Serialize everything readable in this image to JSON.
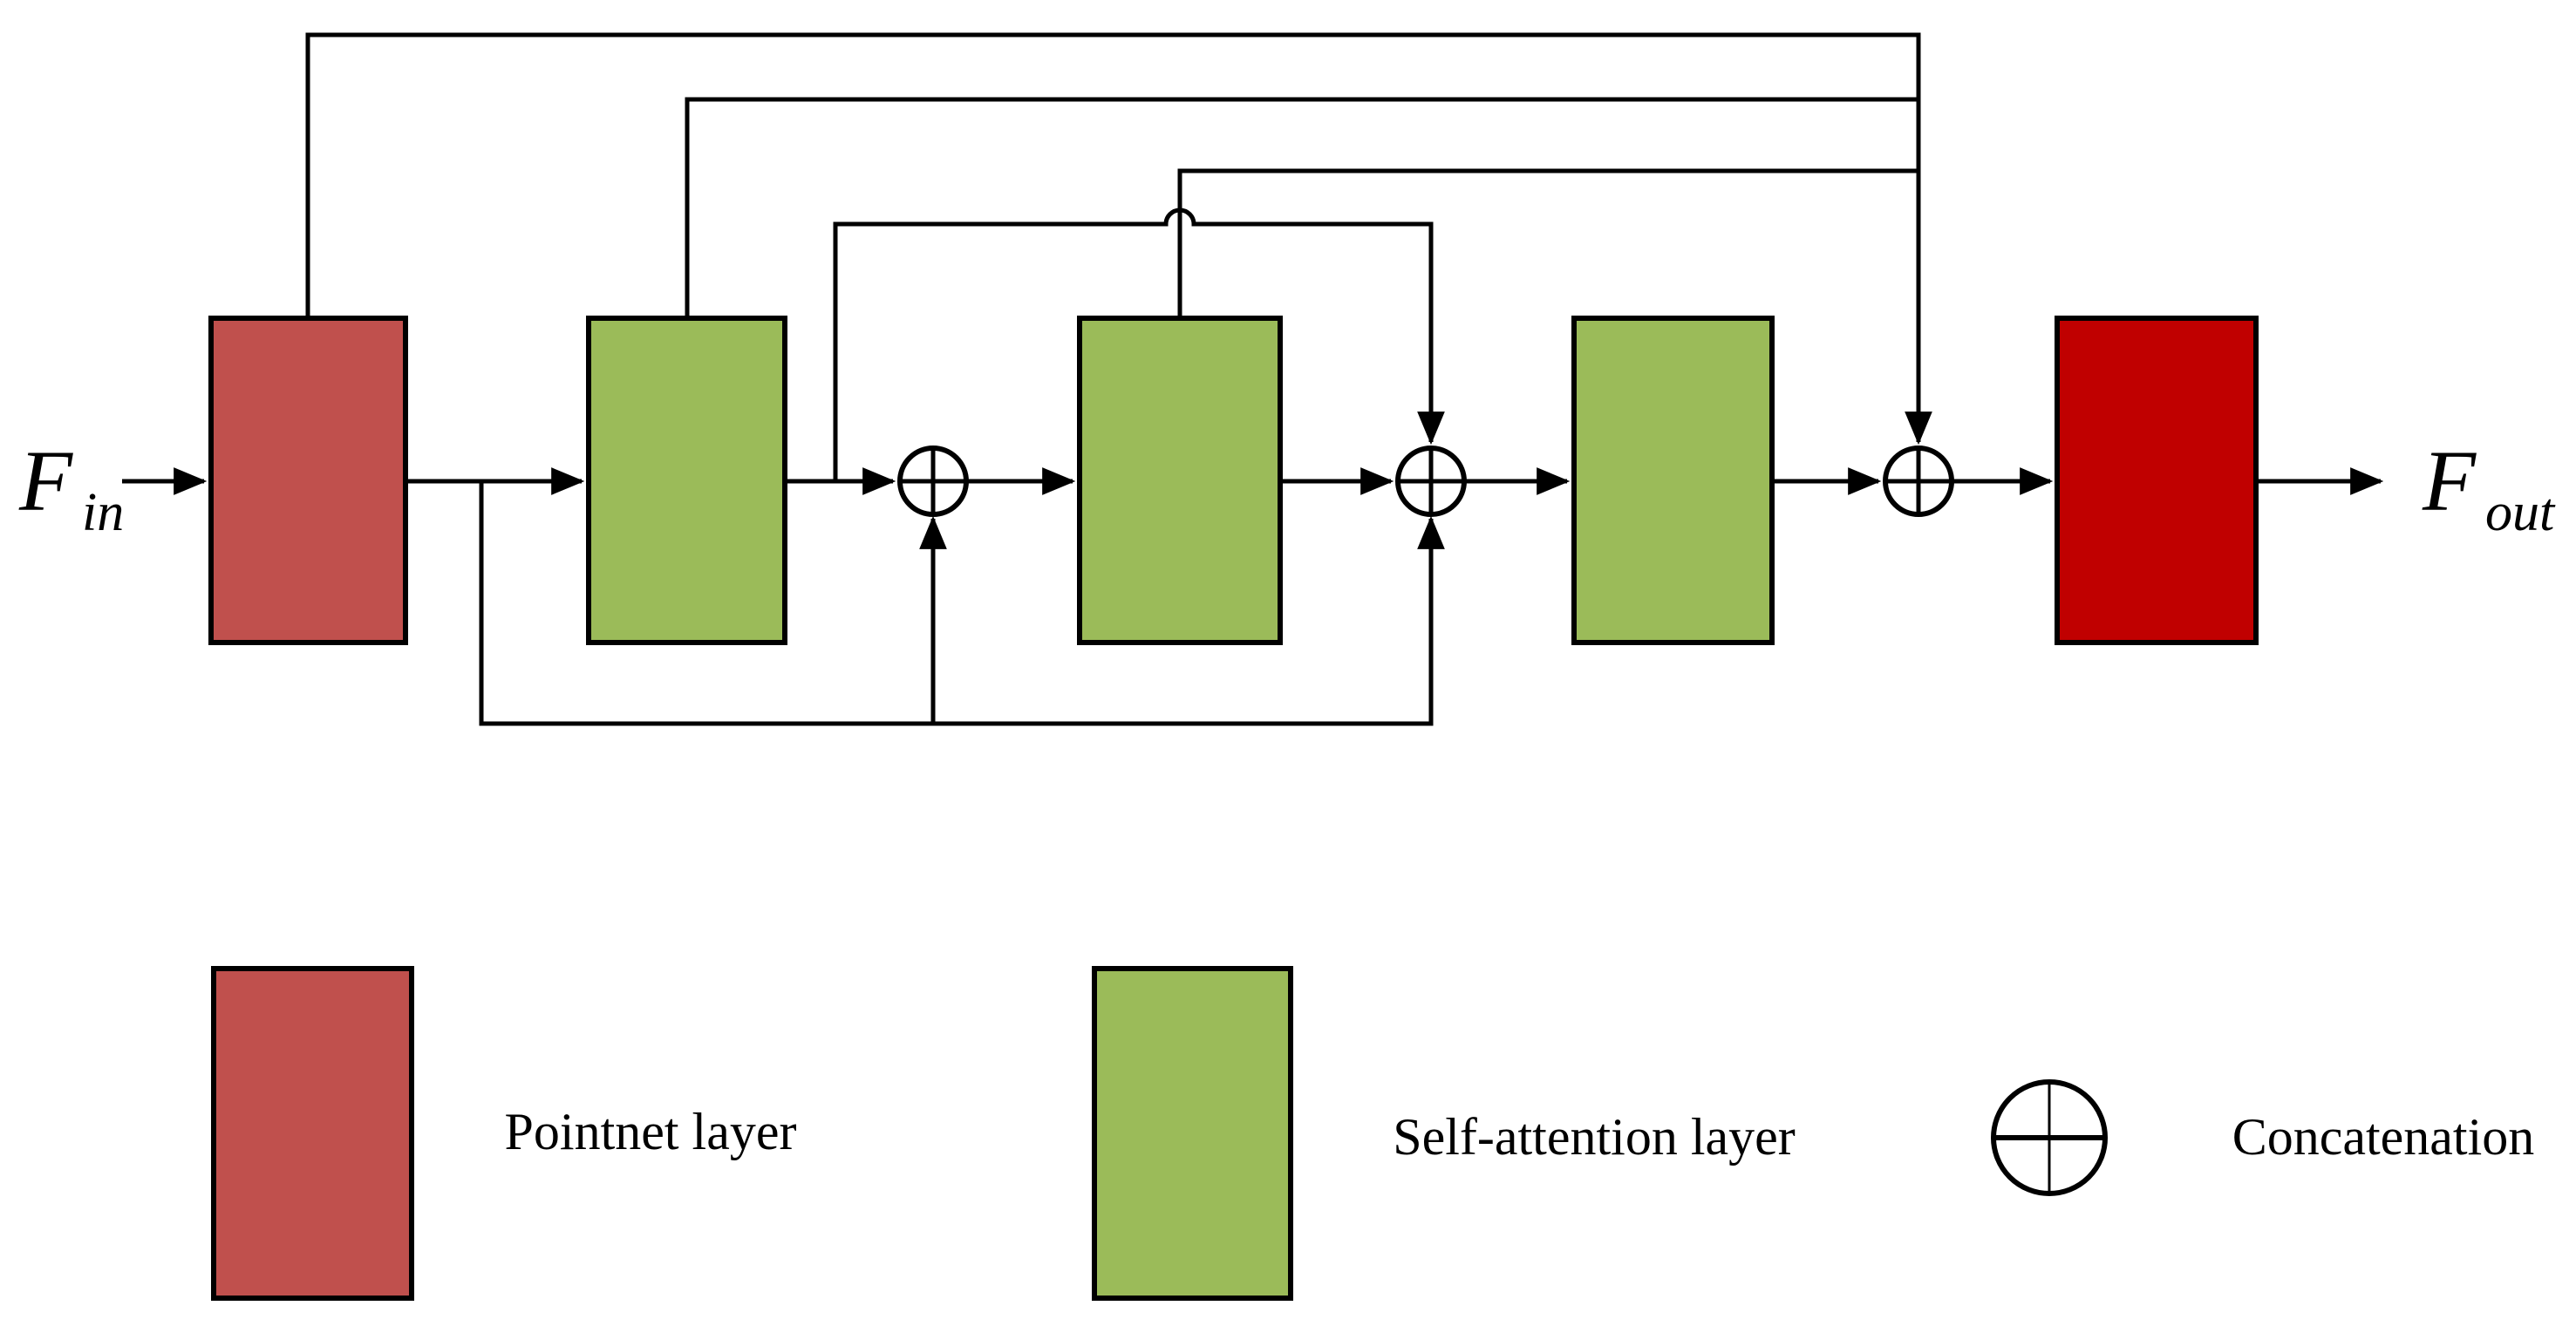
{
  "diagram": {
    "input_label": {
      "base": "F",
      "subscript": "in"
    },
    "output_label": {
      "base": "F",
      "subscript": "out"
    },
    "colors": {
      "pointnet": "#C0504D",
      "self_attention": "#9BBB59",
      "output_block": "#C00000",
      "line": "#000000",
      "node_fill": "#FFFFFF"
    },
    "blocks": [
      {
        "id": "pointnet-layer",
        "type": "Pointnet layer"
      },
      {
        "id": "self-attention-1",
        "type": "Self-attention layer"
      },
      {
        "id": "self-attention-2",
        "type": "Self-attention layer"
      },
      {
        "id": "self-attention-3",
        "type": "Self-attention layer"
      },
      {
        "id": "output-layer",
        "type": "Pointnet layer"
      }
    ],
    "nodes": [
      {
        "id": "concat-1",
        "symbol": "circle-plus"
      },
      {
        "id": "concat-2",
        "symbol": "circle-plus"
      },
      {
        "id": "concat-3",
        "symbol": "circle-plus"
      }
    ]
  },
  "legend": {
    "pointnet_label": "Pointnet layer",
    "self_attention_label": "Self-attention layer",
    "concatenation_label": "Concatenation"
  }
}
